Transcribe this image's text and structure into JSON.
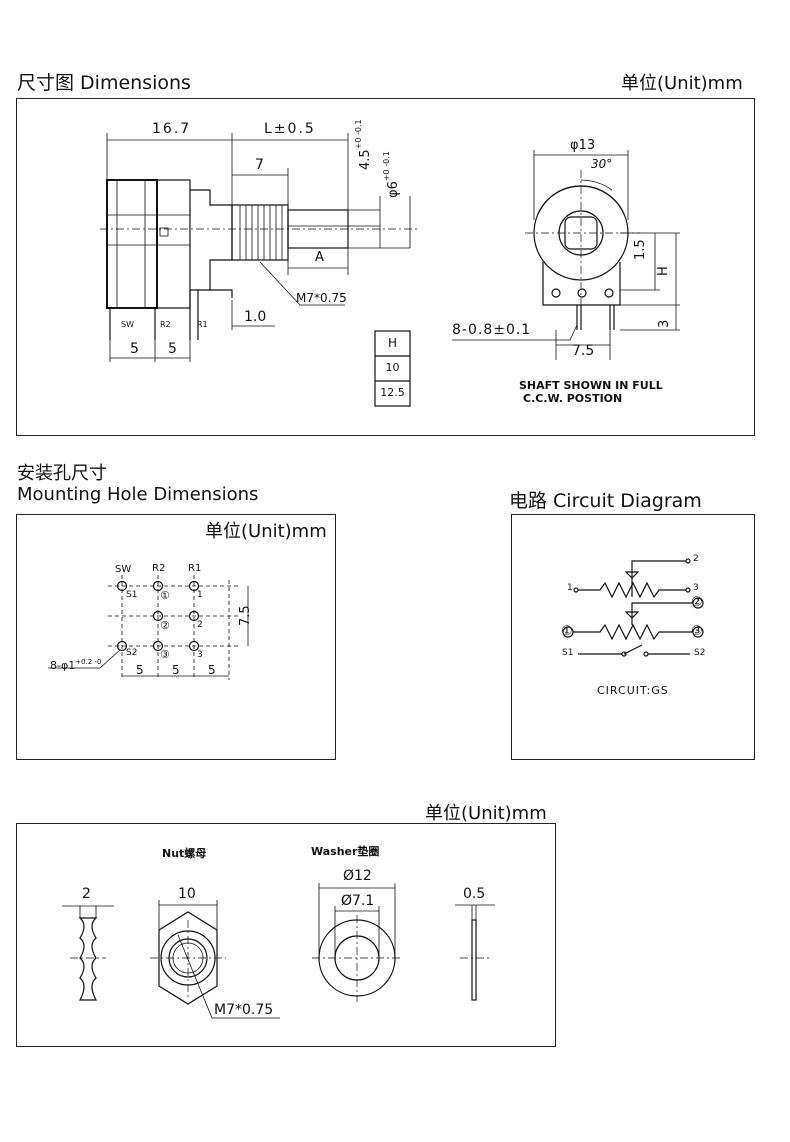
{
  "dimensions": {
    "title": "尺寸图  Dimensions",
    "unit": "单位(Unit)mm",
    "labels": {
      "length_body": "16.7",
      "length_shaft": "L±0.5",
      "seven": "7",
      "dia_knurl": "4.5",
      "dia_knurl_tol": "+0 -0.1",
      "dia_shaft": "φ6",
      "dia_shaft_tol": "+0 -0.1",
      "a_label": "A",
      "thread": "M7*0.75",
      "one": "1.0",
      "sw": "SW",
      "r2": "R2",
      "r1": "R1",
      "five_a": "5",
      "five_b": "5",
      "dia13": "φ13",
      "deg30": "30°",
      "one_five": "1.5",
      "h_label": "H",
      "pins": "8-0.8±0.1",
      "seven_five": "7.5",
      "three": "3",
      "shaft_note_1": "SHAFT SHOWN IN FULL",
      "shaft_note_2": "C.C.W. POSTION"
    },
    "h_table": {
      "header": "H",
      "rows": [
        "10",
        "12.5"
      ]
    }
  },
  "mounting": {
    "title_cn": "安装孔尺寸",
    "title_en": "Mounting Hole Dimensions",
    "unit": "单位(Unit)mm",
    "labels": {
      "sw": "SW",
      "r2": "R2",
      "r1": "R1",
      "s1": "S1",
      "s2": "S2",
      "p1": "①",
      "p2": "②",
      "p3": "③",
      "n1": "1",
      "n2": "2",
      "n3": "3",
      "holes": "8-φ1",
      "holes_tol": "+0.2 -0",
      "v75": "7.5",
      "h5a": "5",
      "h5b": "5",
      "h5c": "5"
    }
  },
  "circuit": {
    "title": "电路 Circuit Diagram",
    "labels": {
      "t1": "1",
      "t2": "2",
      "t3": "3",
      "c1": "①",
      "c2": "②",
      "c3": "③",
      "s1": "S1",
      "s2": "S2",
      "name": "CIRCUIT:GS"
    }
  },
  "hardware": {
    "unit": "单位(Unit)mm",
    "nut_title": "Nut螺母",
    "washer_title": "Washer垫圈",
    "labels": {
      "nut_thick": "2",
      "nut_width": "10",
      "thread": "M7*0.75",
      "dia12": "Ø12",
      "dia71": "Ø7.1",
      "washer_thick": "0.5"
    }
  }
}
